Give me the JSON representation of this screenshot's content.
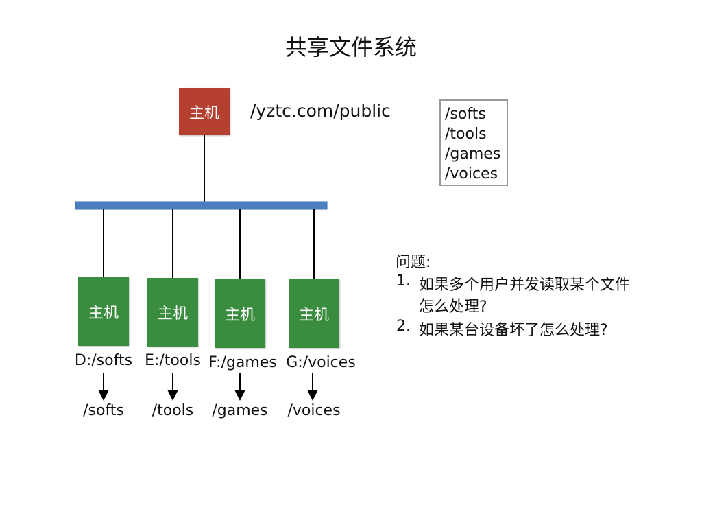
{
  "title": "共享文件系统",
  "main_host": {
    "label": "主机",
    "path": "/yztc.com/public"
  },
  "shared_dirs": [
    "/softs",
    "/tools",
    "/games",
    "/voices"
  ],
  "hosts": [
    {
      "label": "主机",
      "drive": "D:/softs",
      "mount": "/softs"
    },
    {
      "label": "主机",
      "drive": "E:/tools",
      "mount": "/tools"
    },
    {
      "label": "主机",
      "drive": "F:/games",
      "mount": "/games"
    },
    {
      "label": "主机",
      "drive": "G:/voices",
      "mount": "/voices"
    }
  ],
  "questions": {
    "heading": "问题:",
    "items": [
      {
        "num": "1.",
        "line1": "如果多个用户并发读取某个文件",
        "line2": "怎么处理?"
      },
      {
        "num": "2.",
        "line1": "如果某台设备坏了怎么处理?"
      }
    ]
  },
  "colors": {
    "main_host": "#b5402f",
    "host": "#3a8c3e",
    "bus": "#4a7fc0"
  }
}
